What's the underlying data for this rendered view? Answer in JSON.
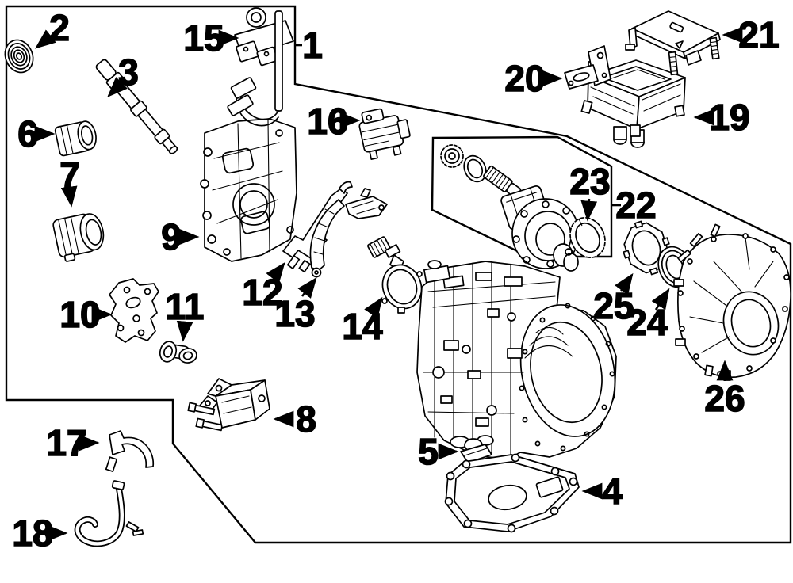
{
  "diagram": {
    "description": "exploded-parts-diagram",
    "background_color": "#ffffff",
    "line_color": "#000000",
    "callouts": {
      "c1": "1",
      "c2": "2",
      "c3": "3",
      "c4": "4",
      "c5": "5",
      "c6": "6",
      "c7": "7",
      "c8": "8",
      "c9": "9",
      "c10": "10",
      "c11": "11",
      "c12": "12",
      "c13": "13",
      "c14": "14",
      "c15": "15",
      "c16": "16",
      "c17": "17",
      "c18": "18",
      "c19": "19",
      "c20": "20",
      "c21": "21",
      "c22": "22",
      "c23": "23",
      "c24": "24",
      "c25": "25",
      "c26": "26"
    }
  }
}
